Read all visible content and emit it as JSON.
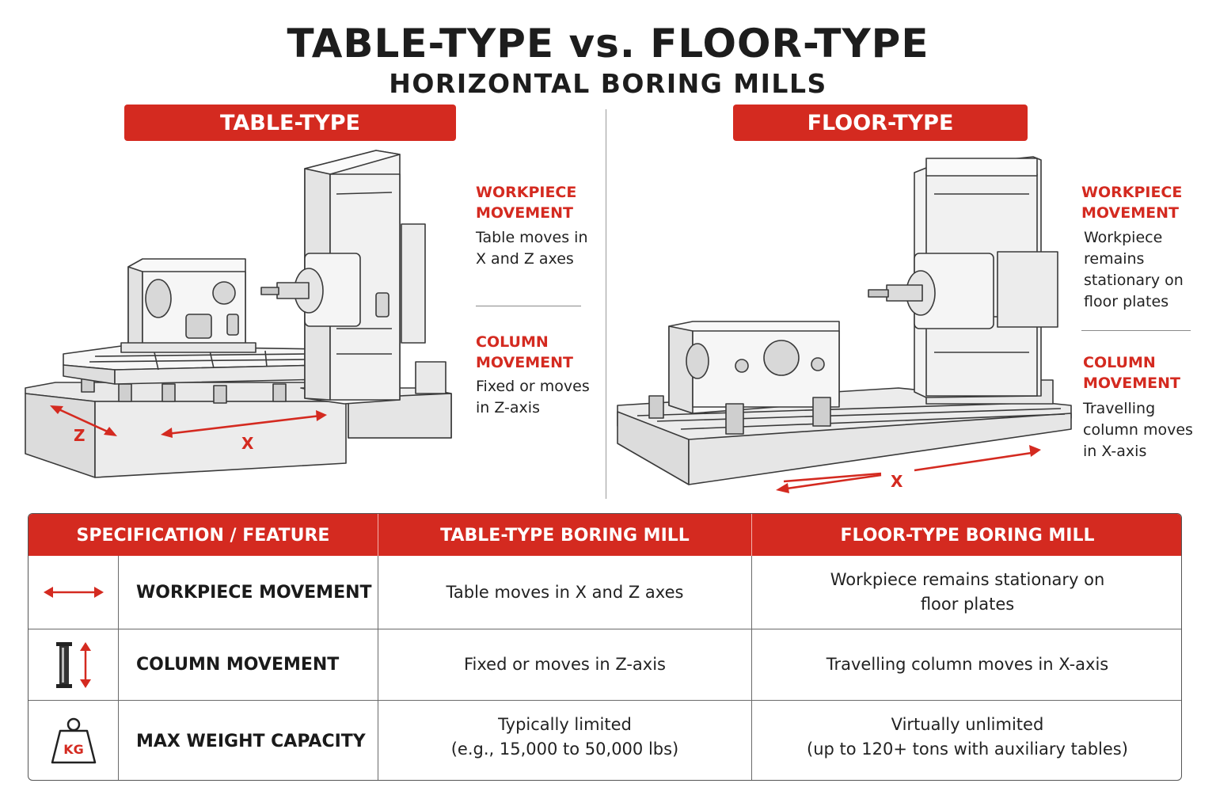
{
  "header": {
    "title": "TABLE-TYPE vs. FLOOR-TYPE",
    "subtitle": "HORIZONTAL BORING MILLS"
  },
  "table_type": {
    "banner": "TABLE-TYPE",
    "axis_labels": {
      "z": "Z",
      "x": "X"
    },
    "workpiece_heading": "WORKPIECE\nMOVEMENT",
    "workpiece_text": "Table moves in\nX and Z axes",
    "column_heading": "COLUMN\nMOVEMENT",
    "column_text": "Fixed or moves\nin Z-axis"
  },
  "floor_type": {
    "banner": "FLOOR-TYPE",
    "axis_labels": {
      "x": "X"
    },
    "workpiece_heading": "WORKPIECE\nMOVEMENT",
    "workpiece_text": "Workpiece\nremains\nstationary on\nfloor plates",
    "column_heading": "COLUMN\nMOVEMENT",
    "column_text": "Travelling\ncolumn moves\nin X-axis"
  },
  "comparison_table": {
    "headers": [
      "SPECIFICATION / FEATURE",
      "TABLE-TYPE BORING MILL",
      "FLOOR-TYPE BORING MILL"
    ],
    "rows": [
      {
        "icon": "double-arrow-horizontal-icon",
        "feature": "WORKPIECE MOVEMENT",
        "table_type": "Table moves in X and Z axes",
        "floor_type": "Workpiece remains stationary on\nfloor plates"
      },
      {
        "icon": "column-vertical-arrow-icon",
        "feature": "COLUMN MOVEMENT",
        "table_type": "Fixed or moves in Z-axis",
        "floor_type": "Travelling column moves in X-axis"
      },
      {
        "icon": "kg-weight-icon",
        "icon_label": "KG",
        "feature": "MAX WEIGHT CAPACITY",
        "table_type": "Typically limited\n(e.g., 15,000 to 50,000 lbs)",
        "floor_type": "Virtually unlimited\n(up to 120+ tons with auxiliary tables)"
      }
    ]
  },
  "colors": {
    "accent": "#d42a20",
    "text": "#1f1f1f",
    "line": "#6a6a6a"
  }
}
